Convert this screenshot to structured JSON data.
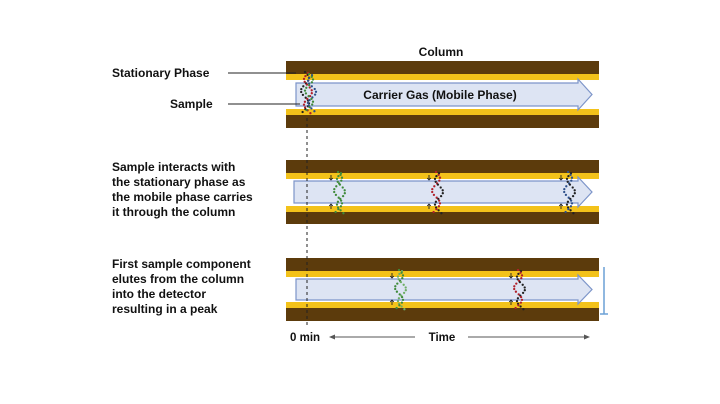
{
  "column_title": "Column",
  "labels": {
    "stationary_phase": "Stationary Phase",
    "sample": "Sample",
    "carrier_gas": "Carrier Gas (Mobile Phase)"
  },
  "panel2_text": [
    "Sample interacts with",
    "the stationary phase as",
    "the mobile phase carries",
    "it through the column"
  ],
  "panel3_text": [
    "First sample component",
    "elutes from the column",
    "into the detector",
    "resulting in a peak"
  ],
  "time_axis": {
    "start_label": "0 min",
    "label": "Time"
  },
  "colors": {
    "column_wall": "#5c3b0c",
    "stationary_phase": "#f3c21a",
    "arrow_fill": "#dde4f3",
    "arrow_stroke": "#7d95c9",
    "component_green": "#3f8a3a",
    "component_red": "#b0202a",
    "component_blue": "#2d4f8a",
    "peak": "#6aa1d6"
  }
}
